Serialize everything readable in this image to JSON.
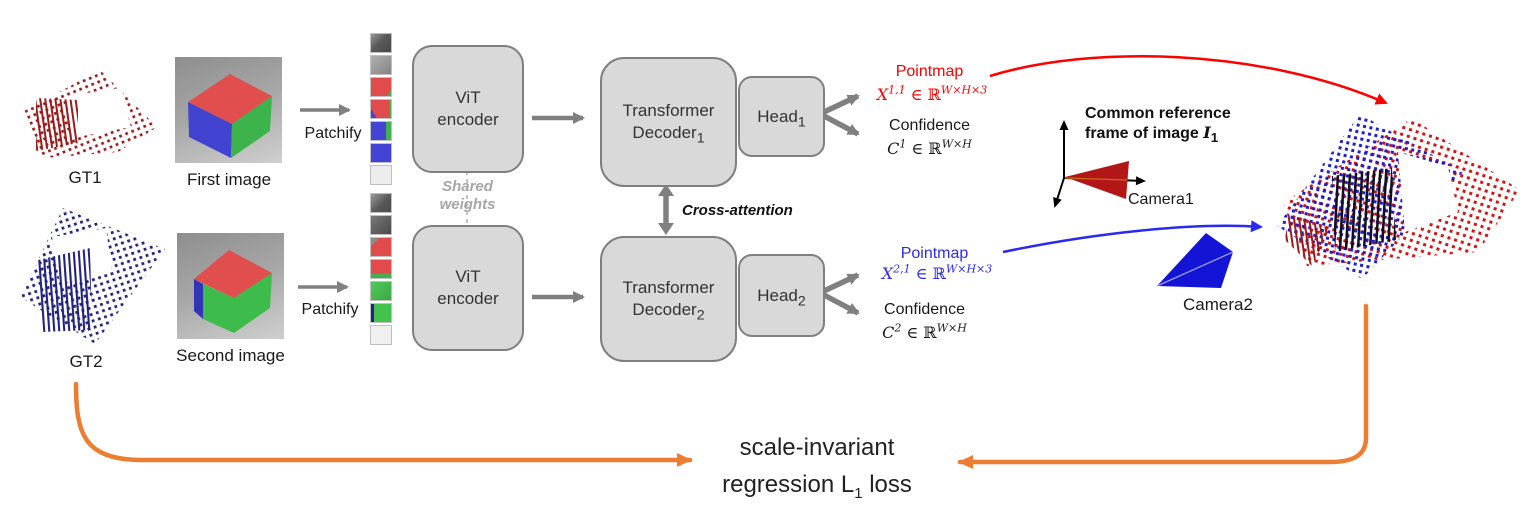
{
  "colors": {
    "pointmap1_red": "#fe0000",
    "pointmap2_blue": "#2a2af0",
    "loss_arrow_orange": "#ed7d31",
    "box_fill": "#d9d9d9",
    "box_border": "#7f7f7f",
    "arrow_gray": "#808080",
    "gt1_dark_red": "#9b1b1b",
    "gt2_dark_blue": "#23237e",
    "shared_weights_gray": "#a6a6a6"
  },
  "inputs": {
    "gt1_label": "GT1",
    "first_image_label": "First image",
    "patchify_label_1": "Patchify",
    "gt2_label": "GT2",
    "second_image_label": "Second image",
    "patchify_label_2": "Patchify",
    "patches_column1": [
      "linear-gradient(135deg,#969696 0%,#5a5a5a 45%,#474747 100%)",
      "linear-gradient(135deg,#b0b0b0 0%,#848484 100%)",
      "linear-gradient(300deg,#44b14e 0 13%,#e14b4b 13%)",
      "linear-gradient(60deg,#4343d6 0 18%,rgba(0,0,0,0) 18%),linear-gradient(270deg,#44b14e 0 8%,#e14b4b 8%)",
      "linear-gradient(270deg,#44b14e 0 26%,#4343d6 26%)",
      "#4343d6",
      "#ededed"
    ],
    "patches_column2": [
      "linear-gradient(135deg,#9a9a9a 0%,#585858 55%,#4c4c4c 100%)",
      "linear-gradient(135deg,#787878 0%,#4a4a4a 100%)",
      "linear-gradient(135deg,#8b8b8b 0 22%,#e14b4b 22%)",
      "linear-gradient(180deg,#e14b4b 0 76%,#44b14e 76%)",
      "linear-gradient(135deg,#52c95c 0%,#3aa844 100%)",
      "linear-gradient(90deg,#22228f 0 14%,#44c24e 14%)",
      "#f0f0f0"
    ]
  },
  "network": {
    "encoder1_label": "ViT\nencoder",
    "encoder2_label": "ViT\nencoder",
    "shared_weights_label": "Shared\nweights",
    "decoder1": {
      "line1": "Transformer",
      "line2": "Decoder",
      "sub": "1"
    },
    "decoder2": {
      "line1": "Transformer",
      "line2": "Decoder",
      "sub": "2"
    },
    "head1": {
      "label": "Head",
      "sub": "1"
    },
    "head2": {
      "label": "Head",
      "sub": "2"
    },
    "cross_attention_label": "Cross-attention"
  },
  "outputs": {
    "pointmap1": {
      "title": "Pointmap",
      "var": "X",
      "sup": "1,1",
      "element_of": " ∈ ℝ",
      "exp": "W×H×3"
    },
    "confidence1": {
      "title": "Confidence",
      "var": "C",
      "sup": "1",
      "element_of": " ∈ ℝ",
      "exp": "W×H"
    },
    "pointmap2": {
      "title": "Pointmap",
      "var": "X",
      "sup": "2,1",
      "element_of": " ∈ ℝ",
      "exp": "W×H×3"
    },
    "confidence2": {
      "title": "Confidence",
      "var": "C",
      "sup": "2",
      "element_of": " ∈ ℝ",
      "exp": "W×H"
    }
  },
  "reference": {
    "title_line1": "Common reference",
    "title_line2": "frame of image ",
    "image_var": "I",
    "image_sub": "1",
    "camera1_label": "Camera1",
    "camera2_label": "Camera2"
  },
  "loss": {
    "line1": "scale-invariant",
    "line2_prefix": "regression L",
    "line2_sub": "1",
    "line2_suffix": " loss"
  }
}
